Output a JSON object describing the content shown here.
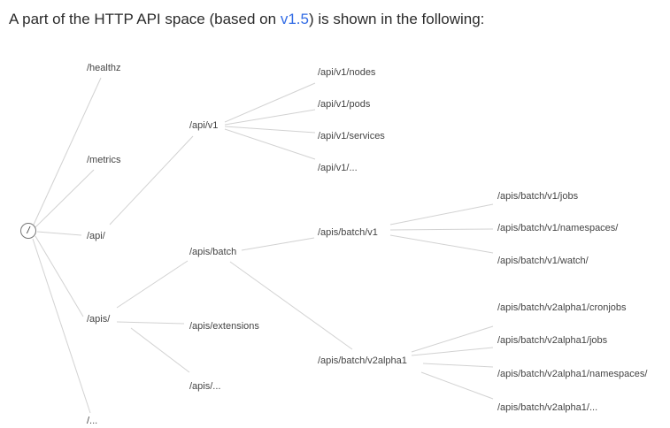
{
  "intro": {
    "before": "A part of the HTTP API space (based on ",
    "link": "v1.5",
    "after": ") is shown in the following:"
  },
  "tree": {
    "root": "/",
    "healthz": "/healthz",
    "metrics": "/metrics",
    "api": "/api/",
    "apis": "/apis/",
    "other": "/...",
    "api_v1": "/api/v1",
    "apis_batch": "/apis/batch",
    "apis_extensions": "/apis/extensions",
    "apis_other": "/apis/...",
    "nodes": "/api/v1/nodes",
    "pods": "/api/v1/pods",
    "services": "/api/v1/services",
    "api_v1_other": "/api/v1/...",
    "batch_v1": "/apis/batch/v1",
    "batch_v2alpha1": "/apis/batch/v2alpha1",
    "v1_jobs": "/apis/batch/v1/jobs",
    "v1_namespaces": "/apis/batch/v1/namespaces/",
    "v1_watch": "/apis/batch/v1/watch/",
    "v2_cronjobs": "/apis/batch/v2alpha1/cronjobs",
    "v2_jobs": "/apis/batch/v2alpha1/jobs",
    "v2_namespaces": "/apis/batch/v2alpha1/namespaces/",
    "v2_other": "/apis/batch/v2alpha1/..."
  }
}
